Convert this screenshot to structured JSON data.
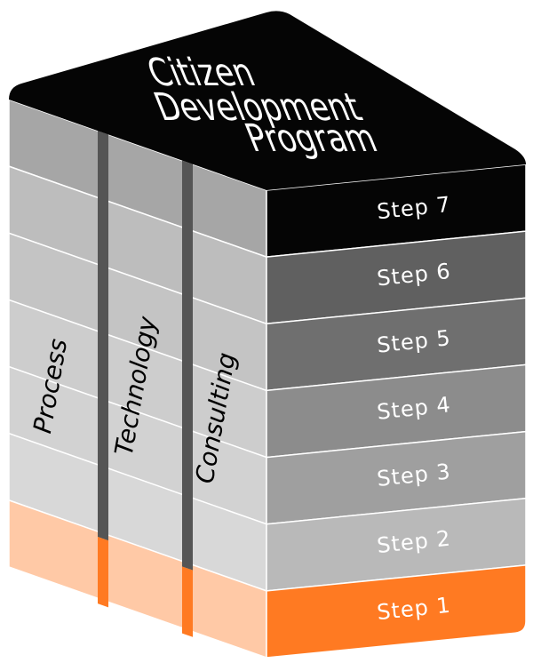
{
  "top": {
    "lines": [
      "Citizen",
      "Development",
      "Program"
    ]
  },
  "pillars": [
    "Process",
    "Technology",
    "Consulting"
  ],
  "steps": [
    {
      "label": "Step 7",
      "color": "#050505"
    },
    {
      "label": "Step 6",
      "color": "#606060"
    },
    {
      "label": "Step 5",
      "color": "#6f6f6f"
    },
    {
      "label": "Step 4",
      "color": "#8c8c8c"
    },
    {
      "label": "Step 3",
      "color": "#9f9f9f"
    },
    {
      "label": "Step 2",
      "color": "#b9b9b9"
    },
    {
      "label": "Step 1",
      "color": "#ff7a22"
    }
  ],
  "colors": {
    "top": "#050505",
    "left_layers": [
      "#a6a6a6",
      "#bdbdbd",
      "#c4c4c4",
      "#cdcdcd",
      "#d2d2d2",
      "#d8d8d8",
      "#ffc9a6"
    ],
    "pillar_bar": "#555555",
    "pillar_bar_orange": "#ff7a22",
    "text": "#ffffff",
    "pillar_text": "#000000"
  }
}
